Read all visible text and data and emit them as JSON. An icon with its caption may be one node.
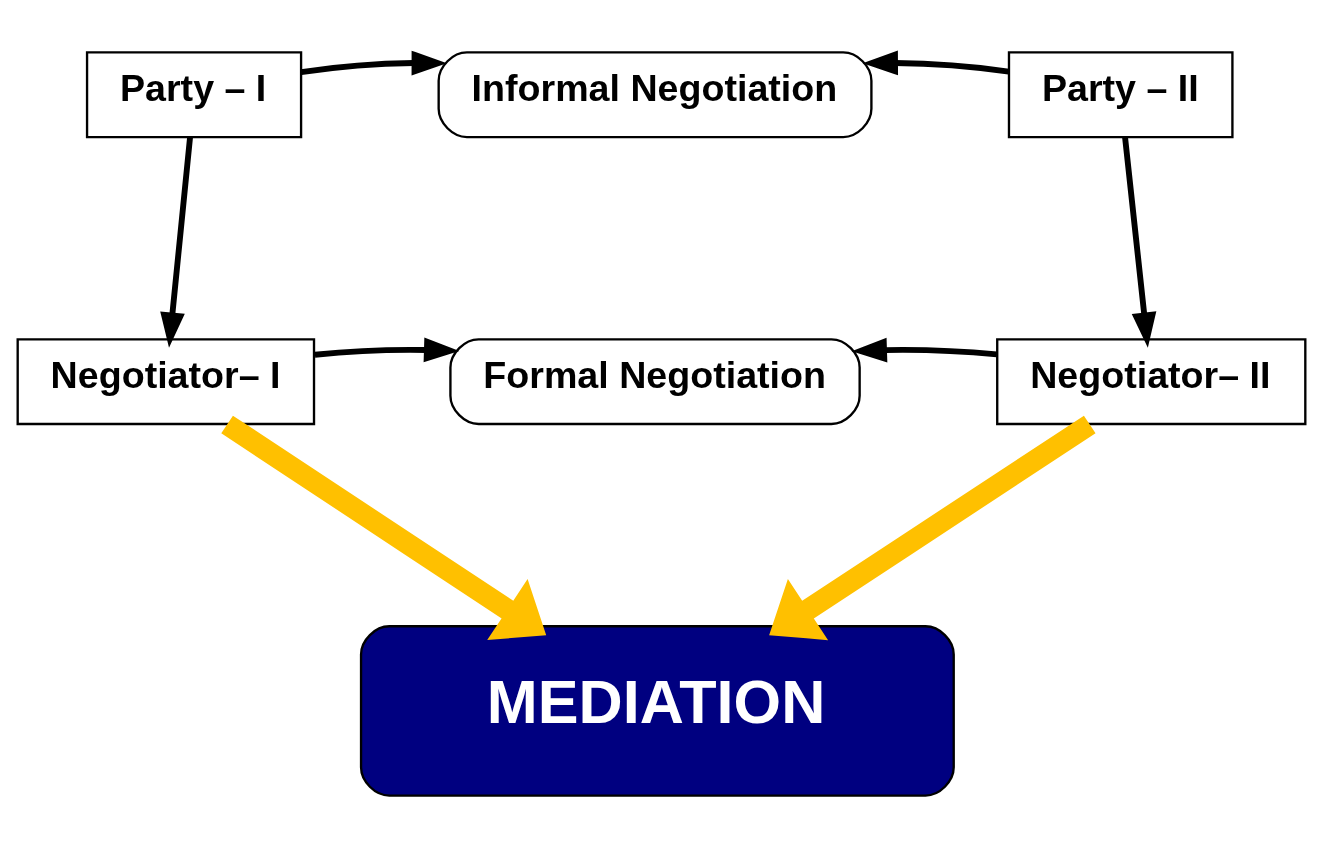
{
  "diagram": {
    "nodes": [
      {
        "text": [
          "Party – I"
        ]
      },
      {
        "text": [
          "Informal Negotiation"
        ]
      },
      {
        "text": [
          "Party – II"
        ]
      },
      {
        "text": [
          "Negotiator– I"
        ]
      },
      {
        "text": [
          "Formal Negotiation"
        ]
      },
      {
        "text": [
          "Negotiator– II"
        ]
      },
      {
        "text": [
          "MEDIATION"
        ]
      }
    ],
    "edges": [
      {
        "from": 0,
        "to": 1,
        "arrow": "to"
      },
      {
        "from": 2,
        "to": 1,
        "arrow": "to"
      },
      {
        "from": 0,
        "to": 3,
        "arrow": "to"
      },
      {
        "from": 2,
        "to": 5,
        "arrow": "to"
      },
      {
        "from": 3,
        "to": 4,
        "arrow": "to"
      },
      {
        "from": 5,
        "to": 4,
        "arrow": "to"
      },
      {
        "from": 3,
        "to": 6,
        "arrow": "to",
        "style": "thick",
        "color": "#ffc000"
      },
      {
        "from": 5,
        "to": 6,
        "arrow": "to",
        "style": "thick",
        "color": "#ffc000"
      }
    ]
  }
}
